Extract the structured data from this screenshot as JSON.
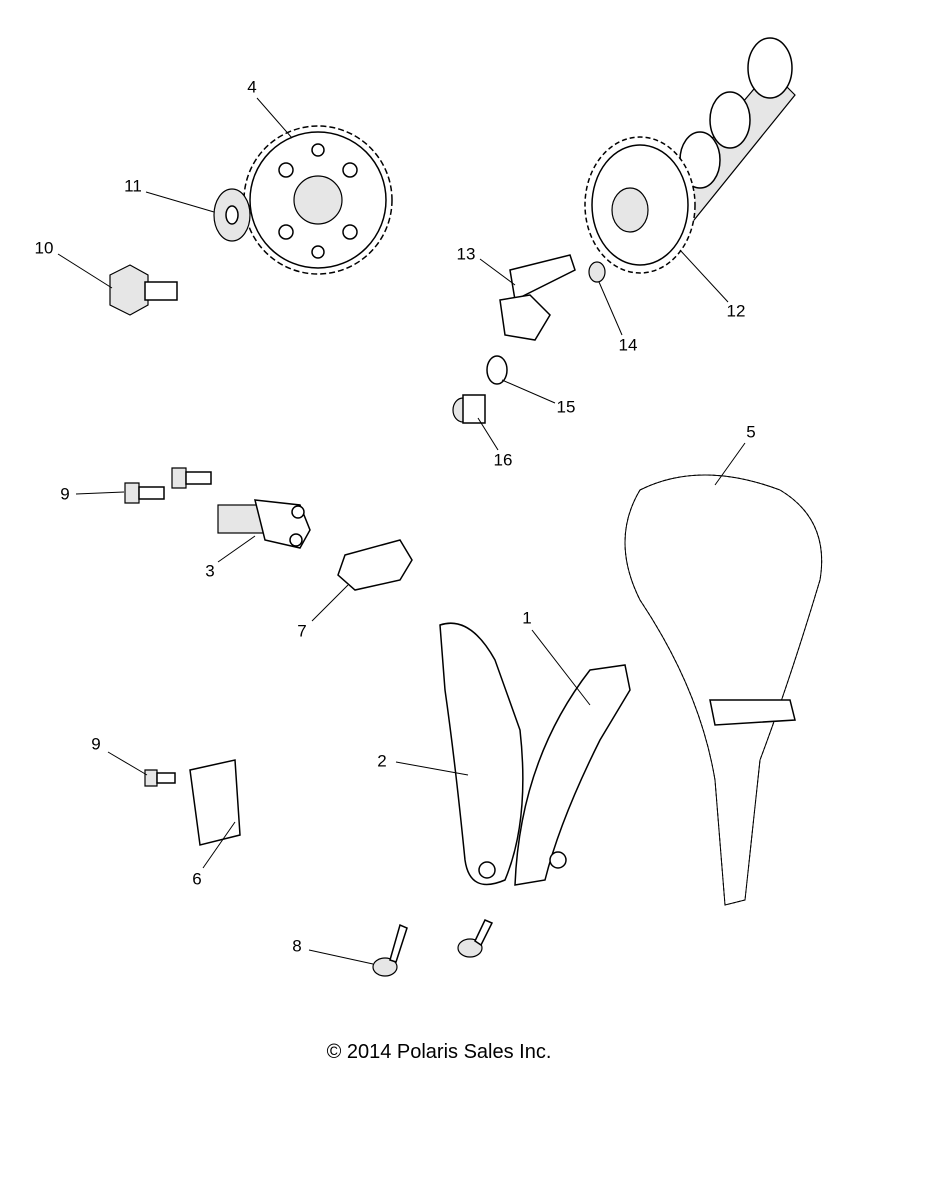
{
  "diagram": {
    "callouts": [
      {
        "id": "c4",
        "label": "4"
      },
      {
        "id": "c11",
        "label": "11"
      },
      {
        "id": "c10",
        "label": "10"
      },
      {
        "id": "c13",
        "label": "13"
      },
      {
        "id": "c14",
        "label": "14"
      },
      {
        "id": "c12",
        "label": "12"
      },
      {
        "id": "c15",
        "label": "15"
      },
      {
        "id": "c16",
        "label": "16"
      },
      {
        "id": "c5",
        "label": "5"
      },
      {
        "id": "c9a",
        "label": "9"
      },
      {
        "id": "c3",
        "label": "3"
      },
      {
        "id": "c7",
        "label": "7"
      },
      {
        "id": "c1",
        "label": "1"
      },
      {
        "id": "c2",
        "label": "2"
      },
      {
        "id": "c9b",
        "label": "9"
      },
      {
        "id": "c6",
        "label": "6"
      },
      {
        "id": "c8",
        "label": "8"
      }
    ],
    "copyright": "© 2014 Polaris Sales Inc."
  }
}
